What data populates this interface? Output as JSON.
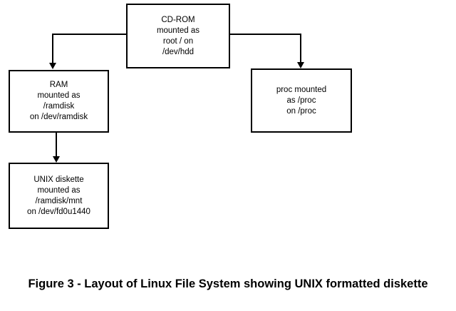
{
  "figure": {
    "caption": "Figure 3 - Layout of Linux File System showing UNIX formatted diskette",
    "background_color": "#ffffff",
    "stroke_color": "#000000"
  },
  "nodes": {
    "cdrom": {
      "id": "cdrom",
      "lines": [
        "CD-ROM",
        "mounted as",
        "root / on",
        "/dev/hdd"
      ]
    },
    "ram": {
      "id": "ram",
      "lines": [
        "RAM",
        "mounted as",
        "/ramdisk",
        "on /dev/ramdisk"
      ]
    },
    "proc": {
      "id": "proc",
      "lines": [
        "proc mounted",
        "as /proc",
        "on /proc"
      ]
    },
    "unix": {
      "id": "unix",
      "lines": [
        "UNIX diskette",
        "mounted as",
        "/ramdisk/mnt",
        "on /dev/fd0u1440"
      ]
    }
  },
  "edges": [
    {
      "id": "cdrom-to-ram",
      "from": "cdrom",
      "to": "ram",
      "arrow": "down"
    },
    {
      "id": "cdrom-to-proc",
      "from": "cdrom",
      "to": "proc",
      "arrow": "down"
    },
    {
      "id": "ram-to-unix",
      "from": "ram",
      "to": "unix",
      "arrow": "down"
    }
  ]
}
